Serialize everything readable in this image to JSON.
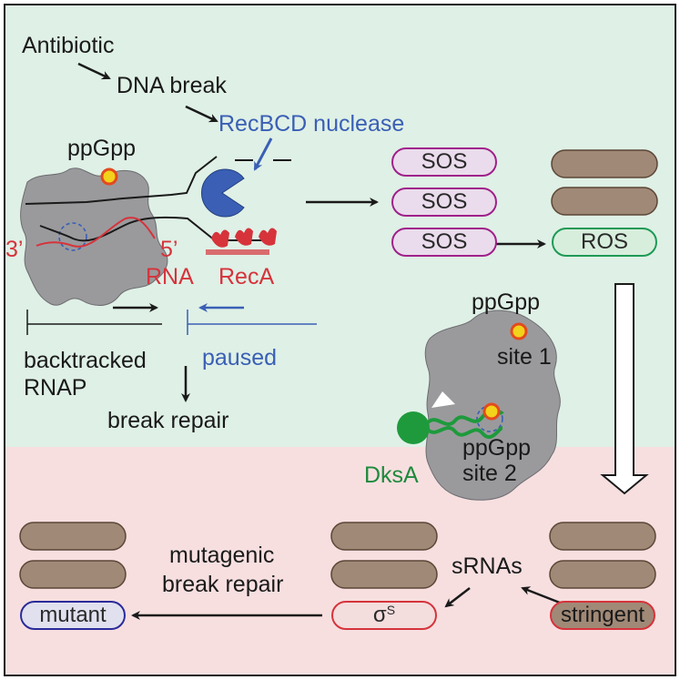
{
  "labels": {
    "antibiotic": "Antibiotic",
    "dna_break": "DNA break",
    "recbcd": "RecBCD nuclease",
    "ppgpp_top": "ppGpp",
    "three_prime": "3’",
    "five_prime": "5’",
    "rna": "RNA",
    "reca": "RecA",
    "backtracked": "backtracked",
    "rnap": "RNAP",
    "paused": "paused",
    "break_repair": "break repair",
    "ppgpp_site1": "ppGpp",
    "site1": "site 1",
    "ppgpp_site2": "ppGpp",
    "site2": "site 2",
    "dksa": "DksA",
    "mutagenic": "mutagenic",
    "break_repair_2": "break repair",
    "srnas": "sRNAs"
  },
  "cells": {
    "sos1": "SOS",
    "sos2": "SOS",
    "sos3": "SOS",
    "ros": "ROS",
    "sigma": "σ",
    "sigma_sup": "S",
    "stringent": "stringent",
    "mutant": "mutant"
  },
  "colors": {
    "top_bg": "#dff0e6",
    "bottom_bg": "#f7dfe0",
    "rnap": "#9a9a9d",
    "brown_cell": "#a08976",
    "sos_border": "#a0208a",
    "ros_border": "#1e9a55",
    "stringent_border": "#d6333b",
    "mutant_border": "#2b2b9a",
    "recbcd": "#3a5fb5",
    "reca": "#d6333b",
    "dksa": "#1e9a3c",
    "ppgpp_fill": "#f2d21a",
    "ppgpp_ring": "#e34a1e"
  }
}
